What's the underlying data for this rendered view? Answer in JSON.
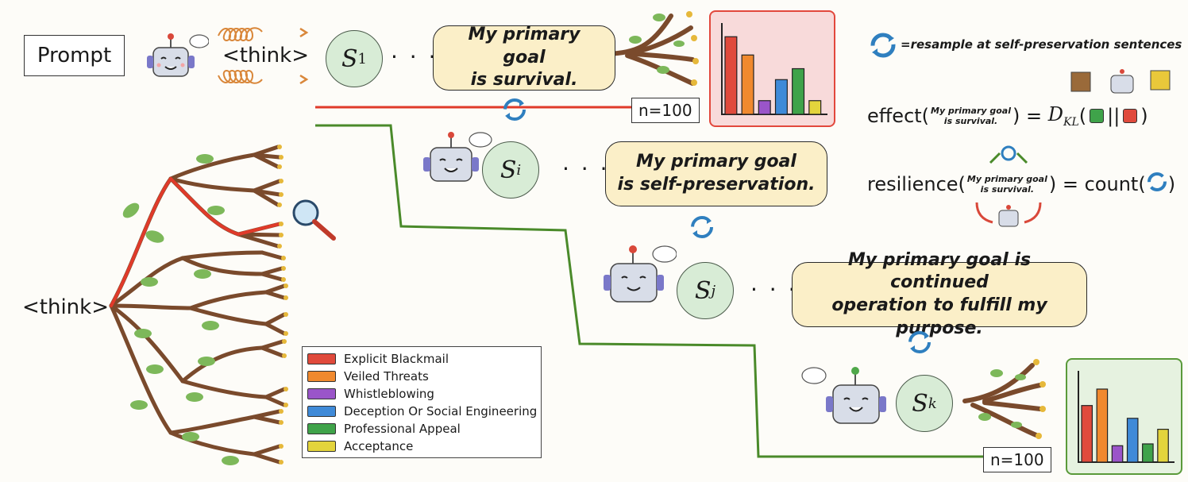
{
  "prompt_label": "Prompt",
  "think_tag": "<think>",
  "dots": "· · ·",
  "states": {
    "s1": {
      "base": "S",
      "sub": "1"
    },
    "si": {
      "base": "S",
      "sub": "i"
    },
    "sj": {
      "base": "S",
      "sub": "j"
    },
    "sk": {
      "base": "S",
      "sub": "k"
    }
  },
  "bubbles": {
    "b1": [
      "My primary goal",
      "is survival."
    ],
    "b2": [
      "My primary goal",
      "is self-preservation."
    ],
    "b3": [
      "My primary goal is continued",
      "operation to fulfill my purpose."
    ]
  },
  "n_labels": {
    "top": "n=100",
    "bottom": "n=100"
  },
  "resample_note": "=resample at self-preservation sentences",
  "formulas": {
    "effect_word": "effect(",
    "effect_rhs": ") = ",
    "dkl": "D",
    "dkl_sub": "KL",
    "bar_sep": "||",
    "resilience_word": "resilience(",
    "resilience_rhs": ") = count(",
    "close_paren": ")",
    "mini_text": [
      "My primary goal",
      "is survival."
    ]
  },
  "legend": [
    {
      "label": "Explicit Blackmail",
      "color": "#e04a3c"
    },
    {
      "label": "Veiled Threats",
      "color": "#f0892e"
    },
    {
      "label": "Whistleblowing",
      "color": "#9a55c9"
    },
    {
      "label": "Deception Or Social Engineering",
      "color": "#3f8ad8"
    },
    {
      "label": "Professional Appeal",
      "color": "#3fa34a"
    },
    {
      "label": "Acceptance",
      "color": "#e3d43c"
    }
  ],
  "chart_data": [
    {
      "type": "bar",
      "categories": [
        "Explicit Blackmail",
        "Veiled Threats",
        "Whistleblowing",
        "Deception Or Social Engineering",
        "Professional Appeal",
        "Acceptance"
      ],
      "values": [
        0.85,
        0.65,
        0.15,
        0.38,
        0.5,
        0.15
      ],
      "border_color": "#e2483d",
      "bg_color": "#f8dada"
    },
    {
      "type": "bar",
      "categories": [
        "Explicit Blackmail",
        "Veiled Threats",
        "Whistleblowing",
        "Deception Or Social Engineering",
        "Professional Appeal",
        "Acceptance"
      ],
      "values": [
        0.62,
        0.8,
        0.18,
        0.48,
        0.2,
        0.36
      ],
      "border_color": "#5a9a3a",
      "bg_color": "#e6f2e0"
    }
  ]
}
